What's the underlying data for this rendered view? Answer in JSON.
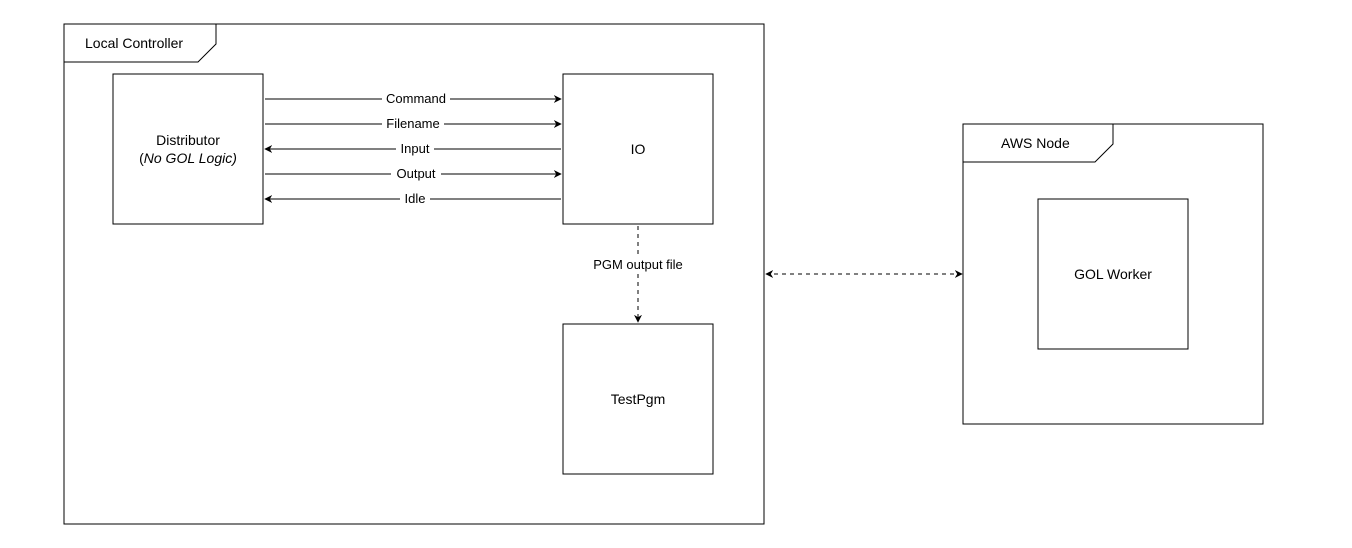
{
  "frames": {
    "local": {
      "title": "Local Controller"
    },
    "aws": {
      "title": "AWS Node"
    }
  },
  "nodes": {
    "distributor": {
      "title": "Distributor",
      "subtitle_prefix": "(",
      "subtitle_italic": "No GOL Logic)"
    },
    "io": {
      "title": "IO"
    },
    "testpgm": {
      "title": "TestPgm"
    },
    "gol_worker": {
      "title": "GOL Worker"
    }
  },
  "edges": {
    "command": {
      "label": "Command",
      "direction": "distributor-to-io"
    },
    "filename": {
      "label": "Filename",
      "direction": "distributor-to-io"
    },
    "input": {
      "label": "Input",
      "direction": "io-to-distributor"
    },
    "output": {
      "label": "Output",
      "direction": "distributor-to-io"
    },
    "idle": {
      "label": "Idle",
      "direction": "io-to-distributor"
    },
    "pgm_output": {
      "label": "PGM output file",
      "direction": "io-to-testpgm",
      "style": "dashed"
    },
    "link": {
      "label": "",
      "direction": "bidirectional",
      "style": "dashed"
    }
  },
  "colors": {
    "stroke": "#000000",
    "background": "#ffffff"
  }
}
